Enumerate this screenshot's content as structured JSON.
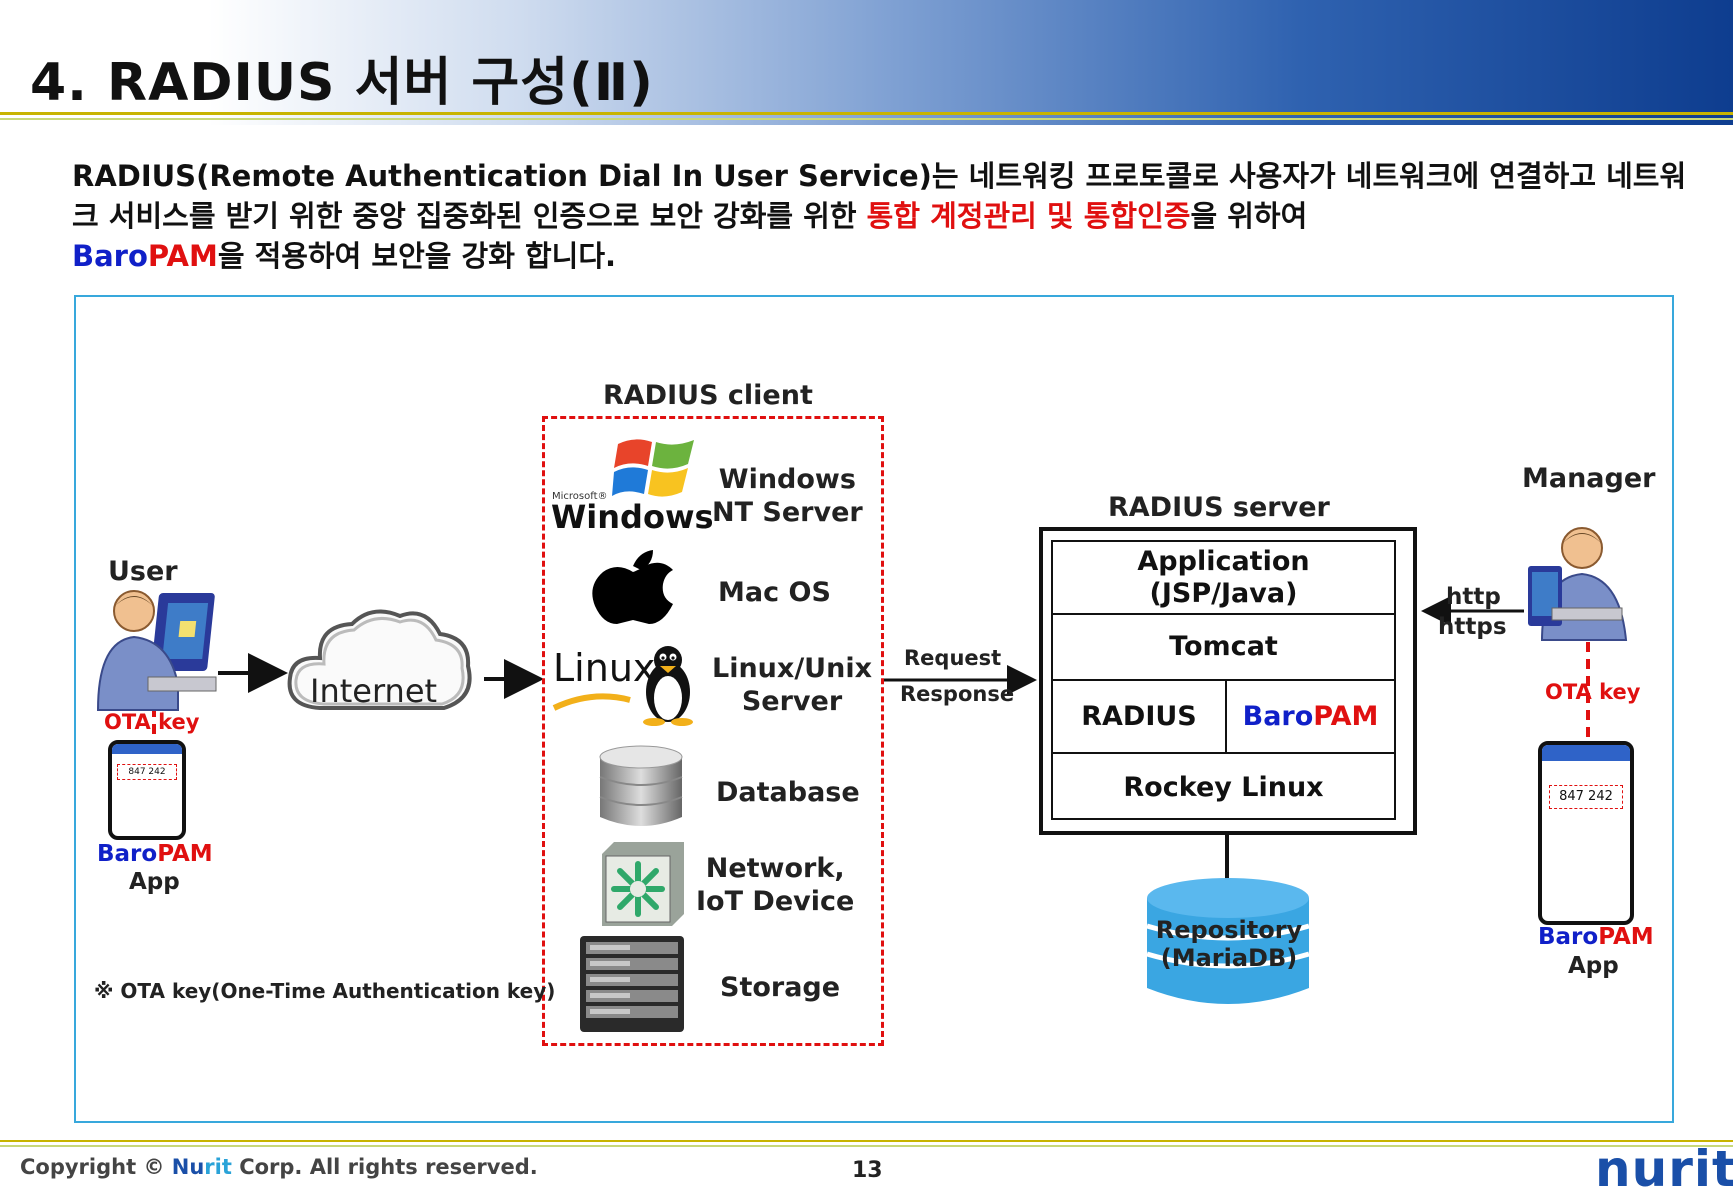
{
  "header": {
    "title": "4. RADIUS 서버 구성(Ⅱ)"
  },
  "intro": {
    "part1": "RADIUS(Remote Authentication Dial In User Service)는 네트워킹 프로토콜로 사용자가 네트워크에 연결하고 네트워크 서비스를 받기 위한 중앙 집중화된 인증으로 보안 강화를 위한 ",
    "highlight": "통합 계정관리 및 통합인증",
    "part2": "을 위하여 ",
    "brand_baro": "Baro",
    "brand_pam": "PAM",
    "part3": "을 적용하여 보안을 강화 합니다."
  },
  "diagram": {
    "user": {
      "label": "User",
      "ota": "OTA key",
      "app_baro": "Baro",
      "app_pam": "PAM",
      "app_suffix": "App"
    },
    "internet": "Internet",
    "client": {
      "title": "RADIUS client",
      "windows_logo_small": "Microsoft®",
      "windows_logo": "Windows",
      "linux_logo": "Linux",
      "items": [
        {
          "line1": "Windows",
          "line2": "NT Server"
        },
        {
          "line1": "Mac OS",
          "line2": ""
        },
        {
          "line1": "Linux/Unix",
          "line2": "Server"
        },
        {
          "line1": "Database",
          "line2": ""
        },
        {
          "line1": "Network,",
          "line2": "IoT Device"
        },
        {
          "line1": "Storage",
          "line2": ""
        }
      ]
    },
    "request": "Request",
    "response": "Response",
    "server": {
      "title": "RADIUS server",
      "app_line1": "Application",
      "app_line2": "(JSP/Java)",
      "tomcat": "Tomcat",
      "radius": "RADIUS",
      "baro": "Baro",
      "pam": "PAM",
      "os": "Rockey Linux"
    },
    "repository": {
      "line1": "Repository",
      "line2": "(MariaDB)"
    },
    "manager": {
      "label": "Manager",
      "http": "http",
      "https": "https",
      "ota": "OTA key",
      "app_baro": "Baro",
      "app_pam": "PAM",
      "app_suffix": "App"
    },
    "phone_code": "847 242",
    "footnote": "※ OTA key(One-Time Authentication key)"
  },
  "footer": {
    "copy_prefix": "Copyright © ",
    "copy_nu": "Nu",
    "copy_rit": "rit",
    "copy_suffix": " Corp. All rights reserved.",
    "page": "13",
    "logo": "nurit"
  },
  "colors": {
    "accent_red": "#e01010",
    "brand_blue": "#1020c8",
    "frame_blue": "#38a8dc"
  }
}
